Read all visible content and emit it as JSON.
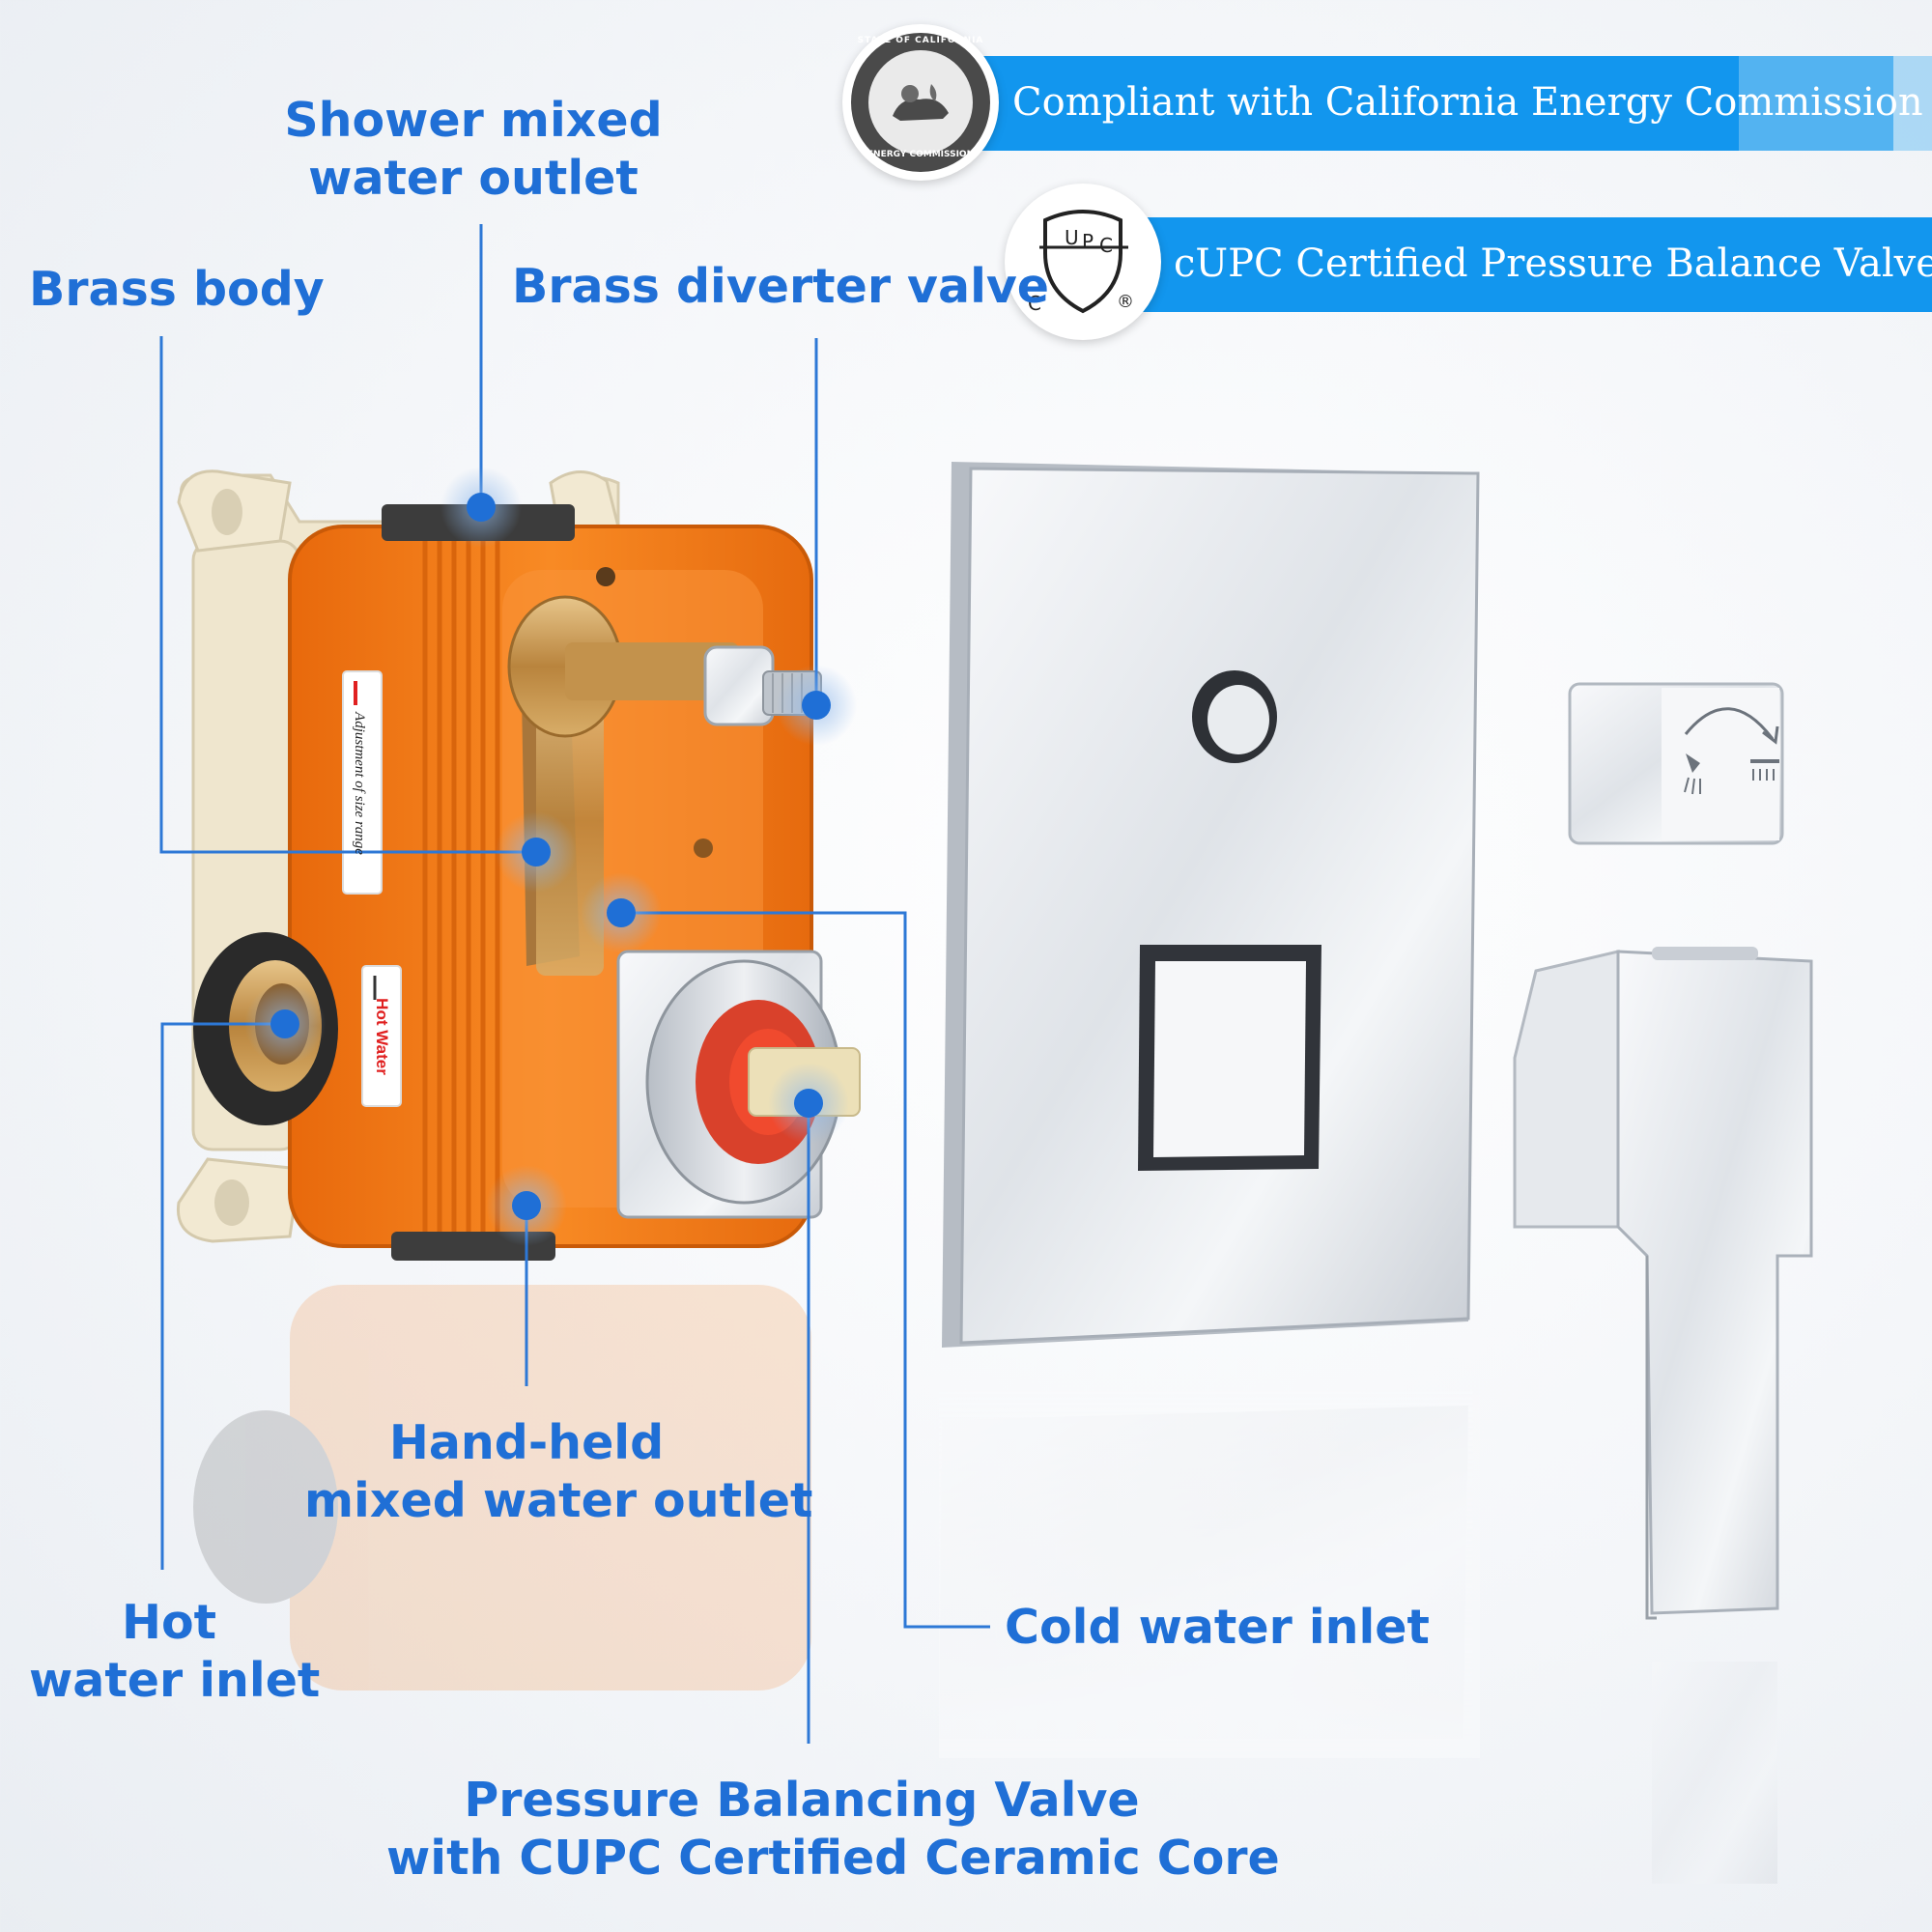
{
  "callouts": {
    "shower_outlet": [
      "Shower mixed",
      "water outlet"
    ],
    "brass_body": [
      "Brass body"
    ],
    "diverter_valve": [
      "Brass diverter valve"
    ],
    "handheld_outlet": [
      "Hand-held",
      "mixed water outlet"
    ],
    "hot_inlet": [
      "Hot",
      "water inlet"
    ],
    "cold_inlet": [
      "Cold water inlet"
    ],
    "pressure_valve": [
      "Pressure Balancing Valve",
      "with CUPC Certified Ceramic Core"
    ]
  },
  "certifications": {
    "cec_banner": "Compliant with California Energy Commission",
    "cupc_banner": "cUPC Certified Pressure Balance Valve",
    "cec_seal_text": [
      "STATE OF CALIFORNIA",
      "ENERGY COMMISSION"
    ],
    "cupc_logo_text": [
      "U",
      "P",
      "C",
      "C",
      "®"
    ]
  },
  "valve_box_labels": {
    "size_range": "Adjustment of size range",
    "hot_water": "Hot Water"
  },
  "colors": {
    "callout_blue": "#1f6fd6",
    "banner_blue": "#1296ee",
    "valve_orange": "#f47a14",
    "brass": "#c99a50",
    "chrome": "#e3e7ec"
  }
}
